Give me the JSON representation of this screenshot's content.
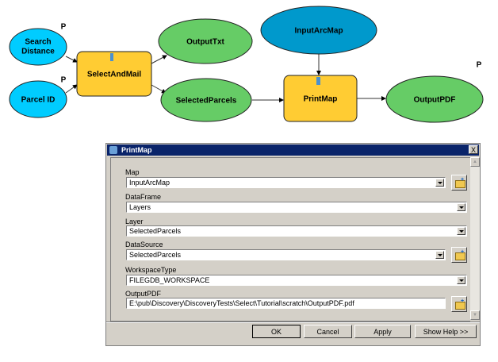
{
  "diagram": {
    "nodes": {
      "search_distance": [
        "Search",
        "Distance"
      ],
      "parcel_id": "Parcel ID",
      "select_and_mail": "SelectAndMail",
      "output_txt": "OutputTxt",
      "selected_parcels": "SelectedParcels",
      "input_arcmap": "InputArcMap",
      "print_map": "PrintMap",
      "output_pdf": "OutputPDF"
    },
    "parameter_marker": "P",
    "colors": {
      "input_variable": "#00ccff",
      "data_variable": "#0099cc",
      "tool": "#ffcc33",
      "derived_data": "#66cc66"
    }
  },
  "dialog": {
    "title": "PrintMap",
    "close_label": "X",
    "fields": [
      {
        "label": "Map",
        "value": "InputArcMap"
      },
      {
        "label": "DataFrame",
        "value": "Layers"
      },
      {
        "label": "Layer",
        "value": "SelectedParcels"
      },
      {
        "label": "DataSource",
        "value": "SelectedParcels"
      },
      {
        "label": "WorkspaceType",
        "value": "FILEGDB_WORKSPACE"
      },
      {
        "label": "OutputPDF",
        "value": "E:\\pub\\Discovery\\DiscoveryTests\\Select\\Tutorial\\scratch\\OutputPDF.pdf"
      }
    ],
    "buttons": {
      "ok": "OK",
      "cancel": "Cancel",
      "apply": "Apply",
      "help": "Show Help >>"
    }
  }
}
